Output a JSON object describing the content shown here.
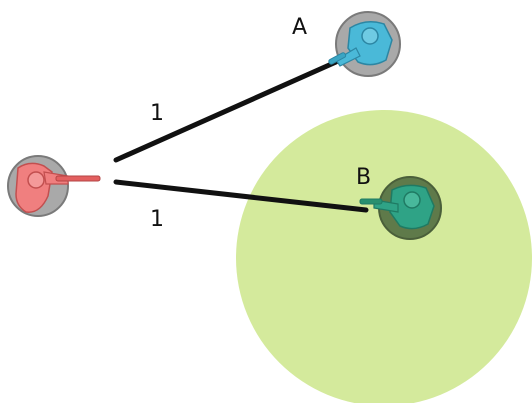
{
  "scene": {
    "colors": {
      "background": "#ffffff",
      "area_fill": "#d4ea9c",
      "line": "#111111",
      "base_gray": "#a9a9a9",
      "base_dark": "#5f7a4a",
      "shooter": "#f07f7f",
      "target_a": "#4ab9d8",
      "target_b": "#2fa386"
    },
    "units": {
      "shooter": {
        "label": "",
        "icon": "red-rifleman-icon"
      },
      "target_a": {
        "label": "A",
        "icon": "blue-soldier-icon"
      },
      "target_b": {
        "label": "B",
        "icon": "green-soldier-icon",
        "in_area": true
      }
    },
    "distances": {
      "to_a": "1",
      "to_b": "1"
    }
  }
}
